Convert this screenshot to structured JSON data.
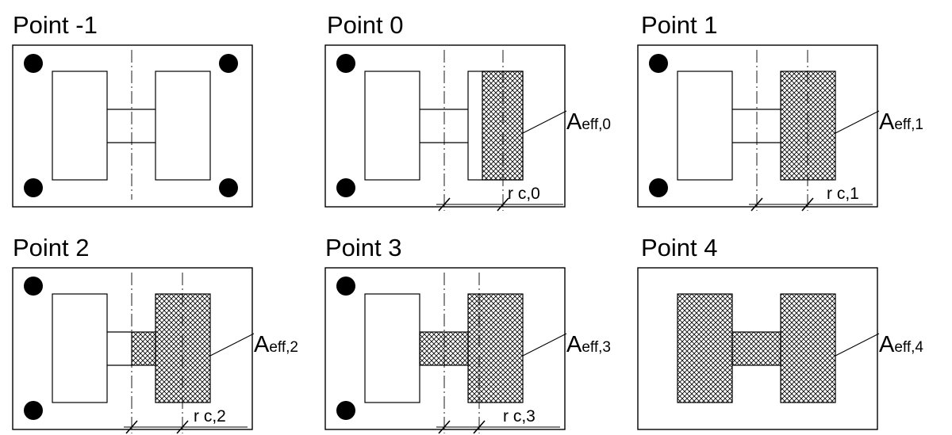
{
  "panels": [
    {
      "title": "Point -1",
      "label_main": "",
      "label_sub": "",
      "dim_text": "",
      "hatch": "none"
    },
    {
      "title": "Point 0",
      "label_main": "A",
      "label_sub": "eff,0",
      "dim_text": "r c,0",
      "hatch": "right-flange-partial"
    },
    {
      "title": "Point 1",
      "label_main": "A",
      "label_sub": "eff,1",
      "dim_text": "r c,1",
      "hatch": "right-flange"
    },
    {
      "title": "Point 2",
      "label_main": "A",
      "label_sub": "eff,2",
      "dim_text": "r c,2",
      "hatch": "right-flange-web-partial"
    },
    {
      "title": "Point 3",
      "label_main": "A",
      "label_sub": "eff,3",
      "dim_text": "r c,3",
      "hatch": "right-flange-web"
    },
    {
      "title": "Point 4",
      "label_main": "A",
      "label_sub": "eff,4",
      "dim_text": "",
      "hatch": "full-section"
    }
  ],
  "colors": {
    "line": "#000000",
    "hatch": "#000000",
    "background": "#ffffff"
  }
}
